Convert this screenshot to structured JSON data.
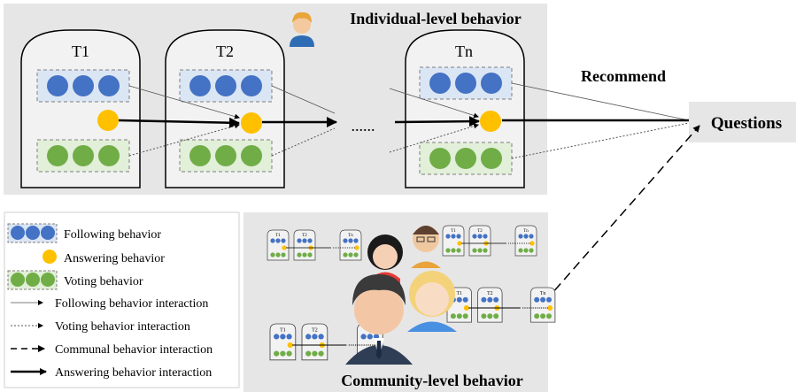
{
  "individual_title": "Individual-level behavior",
  "community_title": "Community-level behavior",
  "recommend_label": "Recommend",
  "questions_label": "Questions",
  "ellipsis": "......",
  "timesteps": [
    "T1",
    "T2",
    "Tn"
  ],
  "mini_timesteps": [
    "T1",
    "T2",
    "Tn"
  ],
  "legend": {
    "following": "Following behavior",
    "answering": "Answering behavior",
    "voting": "Voting behavior",
    "following_interaction": "Following behavior interaction",
    "voting_interaction": "Voting behavior interaction",
    "communal_interaction": "Communal behavior interaction",
    "answering_interaction": "Answering behavior interaction"
  },
  "colors": {
    "following": "#4472c4",
    "answering": "#ffc000",
    "voting": "#70ad47",
    "panel_bg": "#e7e6e6",
    "following_box": "#dbe6f4",
    "voting_box": "#e2efd9"
  }
}
